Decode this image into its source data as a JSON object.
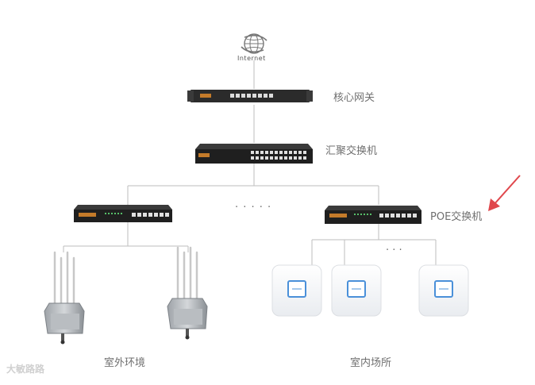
{
  "internet_label": "Internet",
  "core_gateway_label": "核心网关",
  "aggregation_switch_label": "汇聚交换机",
  "poe_switch_label": "POE交换机",
  "outdoor_label": "室外环境",
  "indoor_label": "室内场所",
  "ellipsis_mid": "· · · · ·",
  "ellipsis_ap": "· · ·",
  "watermark": "大敏路路",
  "colors": {
    "line": "#bdbdbd",
    "arrow": "#e0474c",
    "device": "#2b2b2b"
  }
}
